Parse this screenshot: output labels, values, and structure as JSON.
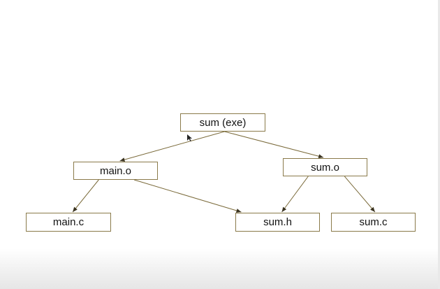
{
  "diagram": {
    "nodes": [
      {
        "id": "sum-exe",
        "label": "sum (exe)"
      },
      {
        "id": "main-o",
        "label": "main.o"
      },
      {
        "id": "sum-o",
        "label": "sum.o"
      },
      {
        "id": "main-c",
        "label": "main.c"
      },
      {
        "id": "sum-h",
        "label": "sum.h"
      },
      {
        "id": "sum-c",
        "label": "sum.c"
      }
    ],
    "edges": [
      {
        "from": "sum-exe",
        "to": "main-o"
      },
      {
        "from": "sum-exe",
        "to": "sum-o"
      },
      {
        "from": "main-o",
        "to": "main-c"
      },
      {
        "from": "main-o",
        "to": "sum-h"
      },
      {
        "from": "sum-o",
        "to": "sum-h"
      },
      {
        "from": "sum-o",
        "to": "sum-c"
      }
    ],
    "colors": {
      "border": "#8a7a4a",
      "edge": "#7a6a3a"
    }
  }
}
